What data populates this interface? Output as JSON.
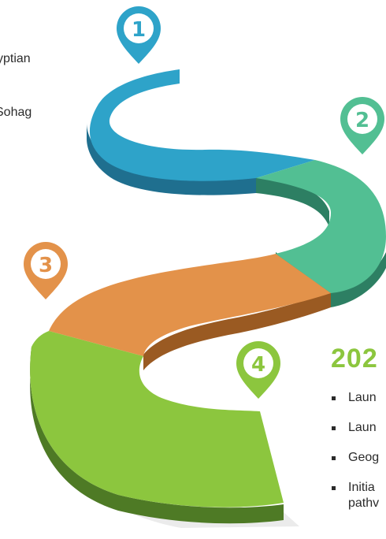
{
  "left_text": {
    "line1": "yptian",
    "line2": "Sohag"
  },
  "milestones": [
    {
      "number": "1",
      "color": "#2ea3c9"
    },
    {
      "number": "2",
      "color": "#52bf93"
    },
    {
      "number": "3",
      "color": "#e3924a"
    },
    {
      "number": "4",
      "color": "#8cc63e"
    }
  ],
  "right_panel": {
    "year": "202",
    "bullets": [
      {
        "text": "Laun"
      },
      {
        "text": "Laun"
      },
      {
        "text": "Geog"
      },
      {
        "text": "Initia",
        "text2": "pathv"
      }
    ]
  }
}
